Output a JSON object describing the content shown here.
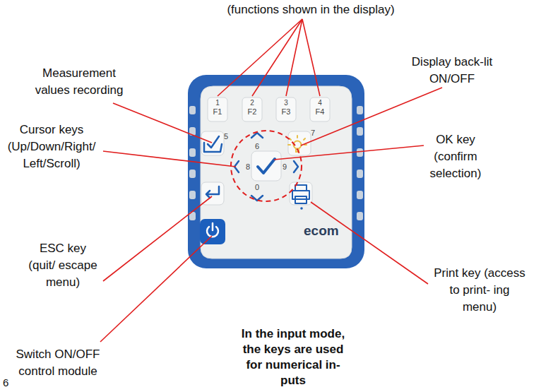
{
  "diagram": {
    "nodes": [
      {
        "text": [
          "ecom"
        ]
      },
      {
        "text": [
          "1",
          "F1"
        ],
        "in": 0
      },
      {
        "text": [
          "2",
          "F2"
        ],
        "in": 0
      },
      {
        "text": [
          "3",
          "F3"
        ],
        "in": 0
      },
      {
        "text": [
          "4",
          "F4"
        ],
        "in": 0
      },
      {
        "text": [
          "5"
        ],
        "in": 0
      },
      {
        "text": [
          "6"
        ],
        "in": 0
      },
      {
        "text": [
          "7"
        ],
        "in": 0
      },
      {
        "text": [
          "8"
        ],
        "in": 0
      },
      {
        "text": [
          "9"
        ],
        "in": 0
      },
      {
        "text": [
          "0"
        ],
        "in": 0
      }
    ],
    "labels": [
      "(functions shown in the display)",
      "Measurement values recording",
      "Display back-lit ON/OFF",
      "Cursor keys (Up/Down/Right/ Left/Scroll)",
      "OK key (confirm selection)",
      "ESC key (quit/ escape menu)",
      "Print key (access to print- ing menu)",
      "Switch ON/OFF control module",
      "In the input mode, the keys are used for numerical in- puts",
      "6"
    ]
  }
}
